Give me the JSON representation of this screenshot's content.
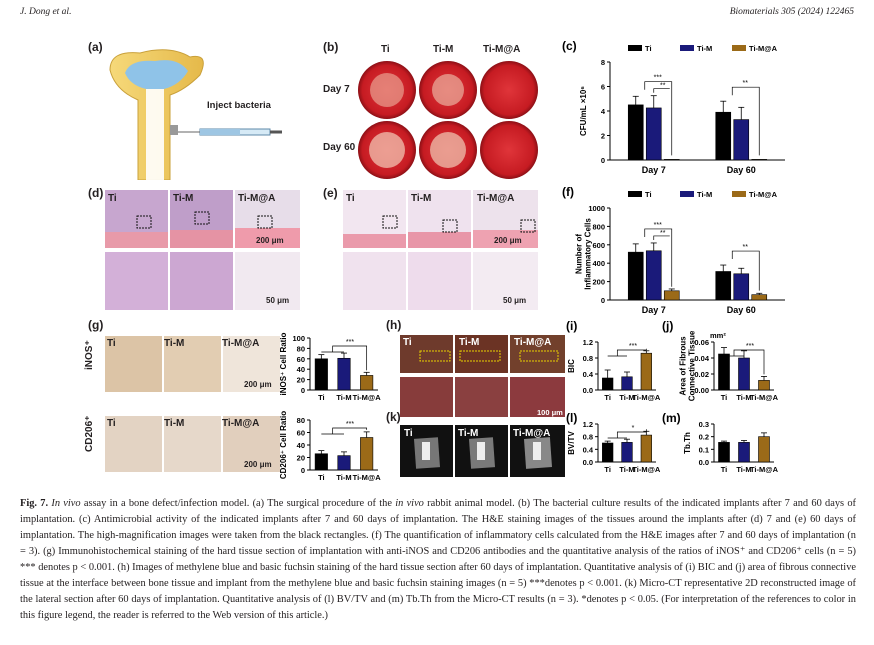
{
  "header": {
    "left": "J. Dong et al.",
    "right": "Biomaterials 305 (2024) 122465"
  },
  "panels": {
    "a": {
      "label": "(a)",
      "annotation": "Inject bacteria"
    },
    "b": {
      "label": "(b)",
      "columns": [
        "Ti",
        "Ti-M",
        "Ti-M@A"
      ],
      "rows": [
        "Day 7",
        "Day 60"
      ]
    },
    "d": {
      "label": "(d)",
      "labels": [
        "Ti",
        "Ti-M",
        "Ti-M@A"
      ],
      "scale_top": "200 μm",
      "scale_bottom": "50 μm"
    },
    "e": {
      "label": "(e)",
      "labels": [
        "Ti",
        "Ti-M",
        "Ti-M@A"
      ],
      "scale_top": "200 μm",
      "scale_bottom": "50 μm"
    },
    "g": {
      "label": "(g)",
      "labels": [
        "Ti",
        "Ti-M",
        "Ti-M@A"
      ],
      "rows": [
        "iNOS⁺",
        "CD206⁺"
      ],
      "scale": "200 μm"
    },
    "h": {
      "label": "(h)",
      "labels": [
        "Ti",
        "Ti-M",
        "Ti-M@A"
      ],
      "scale": "100 μm"
    },
    "k": {
      "label": "(k)",
      "labels": [
        "Ti",
        "Ti-M",
        "Ti-M@A"
      ]
    }
  },
  "colors": {
    "Ti": "#000000",
    "Ti-M": "#1a1a7a",
    "Ti-M@A": "#9b6a18",
    "agar": "#cc1f24"
  },
  "chart_data": [
    {
      "id": "c",
      "label": "(c)",
      "type": "bar",
      "ylabel": "CFU/mL ×10⁶",
      "categories": [
        "Day 7",
        "Day 60"
      ],
      "ylim": [
        0,
        8
      ],
      "yticks": [
        0,
        2,
        4,
        6,
        8
      ],
      "legend": [
        "Ti",
        "Ti-M",
        "Ti-M@A"
      ],
      "series": [
        {
          "name": "Ti",
          "values": [
            4.5,
            3.9
          ],
          "err": [
            0.7,
            0.9
          ]
        },
        {
          "name": "Ti-M",
          "values": [
            4.25,
            3.3
          ],
          "err": [
            1.0,
            1.0
          ]
        },
        {
          "name": "Ti-M@A",
          "values": [
            0.05,
            0.05
          ],
          "err": [
            0.0,
            0.0
          ]
        }
      ],
      "significance": [
        {
          "group": 0,
          "marks": [
            "***",
            "**"
          ]
        },
        {
          "group": 1,
          "marks": [
            "**"
          ]
        }
      ]
    },
    {
      "id": "f",
      "label": "(f)",
      "type": "bar",
      "ylabel": "Number of Inflammatory Cells",
      "categories": [
        "Day 7",
        "Day 60"
      ],
      "ylim": [
        0,
        1000
      ],
      "yticks": [
        0,
        200,
        400,
        600,
        800,
        1000
      ],
      "legend": [
        "Ti",
        "Ti-M",
        "Ti-M@A"
      ],
      "series": [
        {
          "name": "Ti",
          "values": [
            520,
            310
          ],
          "err": [
            90,
            70
          ]
        },
        {
          "name": "Ti-M",
          "values": [
            535,
            285
          ],
          "err": [
            85,
            60
          ]
        },
        {
          "name": "Ti-M@A",
          "values": [
            100,
            58
          ],
          "err": [
            20,
            15
          ]
        }
      ],
      "significance": [
        {
          "group": 0,
          "marks": [
            "***",
            "**"
          ]
        },
        {
          "group": 1,
          "marks": [
            "**"
          ]
        }
      ]
    },
    {
      "id": "g1",
      "type": "bar",
      "ylabel": "iNOS⁺ Cell Ratio",
      "categories": [
        "Ti",
        "Ti-M",
        "Ti-M@A"
      ],
      "ylim": [
        0,
        100
      ],
      "yticks": [
        0,
        20,
        40,
        60,
        80,
        100
      ],
      "values": [
        60,
        61,
        28
      ],
      "err": [
        8,
        10,
        6
      ],
      "significance": [
        "***"
      ]
    },
    {
      "id": "g2",
      "type": "bar",
      "ylabel": "CD206⁺ Cell Ratio",
      "categories": [
        "Ti",
        "Ti-M",
        "Ti-M@A"
      ],
      "ylim": [
        0,
        80
      ],
      "yticks": [
        0,
        20,
        40,
        60,
        80
      ],
      "values": [
        26,
        23,
        52
      ],
      "err": [
        5,
        6,
        9
      ],
      "significance": [
        "***"
      ]
    },
    {
      "id": "i",
      "label": "(i)",
      "type": "bar",
      "ylabel": "BIC",
      "categories": [
        "Ti",
        "Ti-M",
        "Ti-M@A"
      ],
      "ylim": [
        0,
        1.2
      ],
      "yticks": [
        0.0,
        0.4,
        0.8,
        1.2
      ],
      "values": [
        0.3,
        0.33,
        0.92
      ],
      "err": [
        0.2,
        0.12,
        0.06
      ],
      "significance": [
        "***"
      ]
    },
    {
      "id": "j",
      "label": "(j)",
      "type": "bar",
      "ylabel": "Area of Fibrous Connective Tissue",
      "unit": "mm²",
      "categories": [
        "Ti",
        "Ti-M",
        "Ti-M@A"
      ],
      "ylim": [
        0,
        0.06
      ],
      "yticks": [
        0.0,
        0.02,
        0.04,
        0.06
      ],
      "values": [
        0.045,
        0.04,
        0.012
      ],
      "err": [
        0.008,
        0.009,
        0.005
      ],
      "significance": [
        "***"
      ]
    },
    {
      "id": "l",
      "label": "(l)",
      "type": "bar",
      "ylabel": "BV/TV",
      "categories": [
        "Ti",
        "Ti-M",
        "Ti-M@A"
      ],
      "ylim": [
        0,
        1.2
      ],
      "yticks": [
        0.0,
        0.4,
        0.8,
        1.2
      ],
      "values": [
        0.6,
        0.62,
        0.85
      ],
      "err": [
        0.06,
        0.1,
        0.12
      ],
      "significance": [
        "*"
      ]
    },
    {
      "id": "m",
      "label": "(m)",
      "type": "bar",
      "ylabel": "Tb.Th",
      "categories": [
        "Ti",
        "Ti-M",
        "Ti-M@A"
      ],
      "ylim": [
        0,
        0.3
      ],
      "yticks": [
        0.0,
        0.1,
        0.2,
        0.3
      ],
      "values": [
        0.155,
        0.155,
        0.2
      ],
      "err": [
        0.01,
        0.015,
        0.03
      ],
      "significance": []
    }
  ],
  "caption": {
    "fig": "Fig. 7.",
    "title_italic": "In vivo",
    "lines": [
      "assay in a bone defect/infection model. (a) The surgical procedure of the",
      "in vivo",
      "rabbit animal model. (b) The bacterial culture results of the indicated implants after 7 and 60 days of implantation. (c) Antimicrobial activity of the indicated implants after 7 and 60 days of implantation. The H&E staining images of the tissues around the implants after (d) 7 and (e) 60 days of implantation. The high-magnification images were taken from the black rectangles. (f) The quantification of inflammatory cells calculated from the H&E images after 7 and 60 days of implantation (n = 3). (g) Immunohistochemical staining of the hard tissue section of implantation with anti-iNOS and CD206 antibodies and the quantitative analysis of the ratios of iNOS⁺ and CD206⁺ cells (n = 5) *** denotes p < 0.001. (h) Images of methylene blue and basic fuchsin staining of the hard tissue section after 60 days of implantation. Quantitative analysis of (i) BIC and (j) area of fibrous connective tissue at the interface between bone tissue and implant from the methylene blue and basic fuchsin staining images (n = 5) ***denotes p < 0.001. (k) Micro-CT representative 2D reconstructed image of the lateral section after 60 days of implantation. Quantitative analysis of (l) BV/TV and (m) Tb.Th from the Micro-CT results (n = 3). *denotes p < 0.05. (For interpretation of the references to color in this figure legend, the reader is referred to the Web version of this article.)"
    ]
  }
}
